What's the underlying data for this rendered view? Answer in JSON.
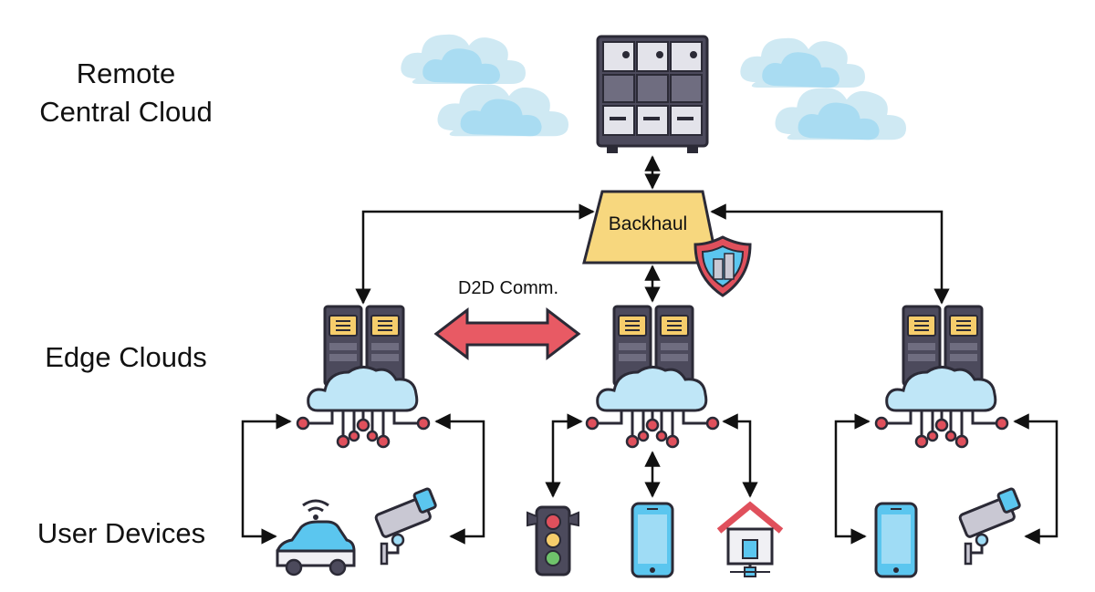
{
  "labels": {
    "remote_line1": "Remote",
    "remote_line2": "Central Cloud",
    "edge": "Edge Clouds",
    "devices": "User Devices",
    "backhaul": "Backhaul",
    "d2d": "D2D Comm."
  },
  "icons": {
    "central": "server-rack-icon",
    "clouds": "cloud-icon",
    "edge": "edge-server-cloud-icon",
    "security": "security-shield-icon",
    "devices": [
      "connected-car-icon",
      "security-camera-icon",
      "traffic-light-icon",
      "smartphone-icon",
      "smart-home-icon",
      "smartphone-icon",
      "security-camera-icon"
    ]
  },
  "colors": {
    "backhaul_fill": "#f7d77e",
    "d2d_arrow": "#e85a64",
    "server_dark": "#4c4a5c",
    "server_accent": "#f6cd6b",
    "cloud_blue": "#bfe6f7",
    "node_red": "#e0505c"
  }
}
